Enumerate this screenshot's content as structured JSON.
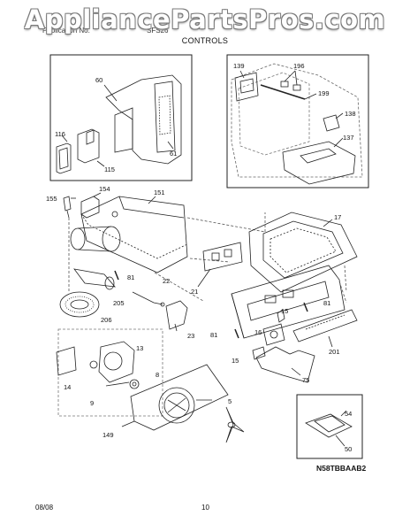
{
  "watermark": "AppliancePartsPros.com",
  "header_left": "Publication No.",
  "header_right": "SFS26",
  "section_title": "CONTROLS",
  "diagram_code": "N58TBBAAB2",
  "footer_date": "08/08",
  "footer_page": "10",
  "part_labels": {
    "p60": "60",
    "p116": "116",
    "p115": "115",
    "p61": "61",
    "p139": "139",
    "p196": "196",
    "p199": "199",
    "p138": "138",
    "p137": "137",
    "p155": "155",
    "p154": "154",
    "p151": "151",
    "p17": "17",
    "p81a": "81",
    "p22": "22",
    "p21": "21",
    "p205": "205",
    "p206": "206",
    "p23": "23",
    "p81b": "81",
    "p15a": "15",
    "p81c": "81",
    "p16": "16",
    "p15b": "15",
    "p201": "201",
    "p75": "75",
    "p13": "13",
    "p8": "8",
    "p14": "14",
    "p9": "9",
    "p5": "5",
    "p149": "149",
    "p54": "54",
    "p50": "50"
  }
}
